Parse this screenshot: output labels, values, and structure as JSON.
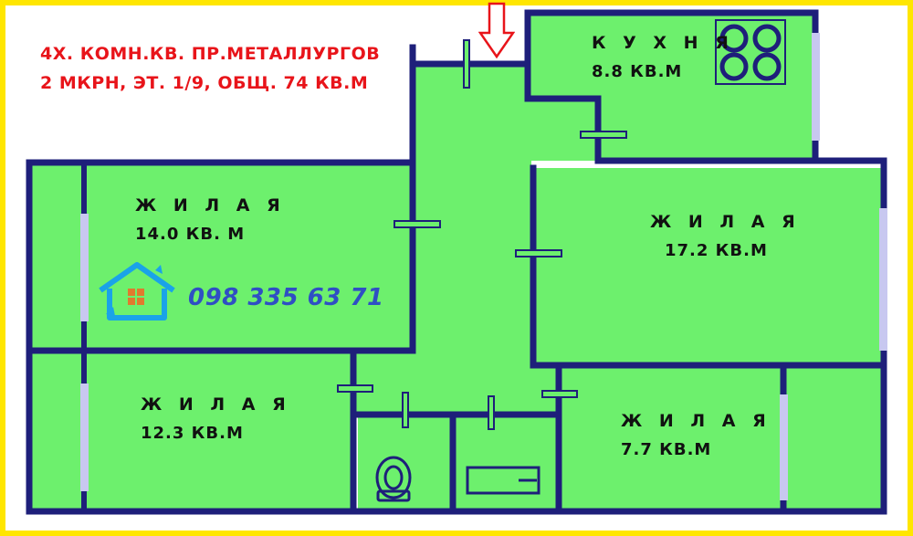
{
  "header": {
    "line1": "4Х. КОМН.КВ. ПР.МЕТАЛЛУРГОВ",
    "line2": "2 МКРН, ЭТ. 1/9, ОБЩ. 74 КВ.М"
  },
  "rooms": {
    "kitchen": {
      "name": "К У Х Н Я",
      "area": "8.8 КВ.М"
    },
    "living_left_top": {
      "name": "Ж И Л А Я",
      "area": "14.0 КВ. М"
    },
    "living_right": {
      "name": "Ж И Л А Я",
      "area": "17.2 КВ.М"
    },
    "living_left_bottom": {
      "name": "Ж И Л А Я",
      "area": "12.3 КВ.М"
    },
    "living_small": {
      "name": "Ж И Л А Я",
      "area": "7.7 КВ.М"
    }
  },
  "contact": {
    "phone": "098 335 63 71"
  },
  "colors": {
    "floor": "#6df06d",
    "wall": "#1e1f7a",
    "window": "#c8c8f0",
    "frame": "#ffe600",
    "title": "#e8141a",
    "phone": "#2f4fc4",
    "logo": "#1aa3e8"
  },
  "icons": {
    "entrance": "down-arrow-icon",
    "stove": "stove-icon",
    "toilet": "toilet-icon",
    "bathtub": "bathtub-icon",
    "logo": "house-logo-icon"
  }
}
